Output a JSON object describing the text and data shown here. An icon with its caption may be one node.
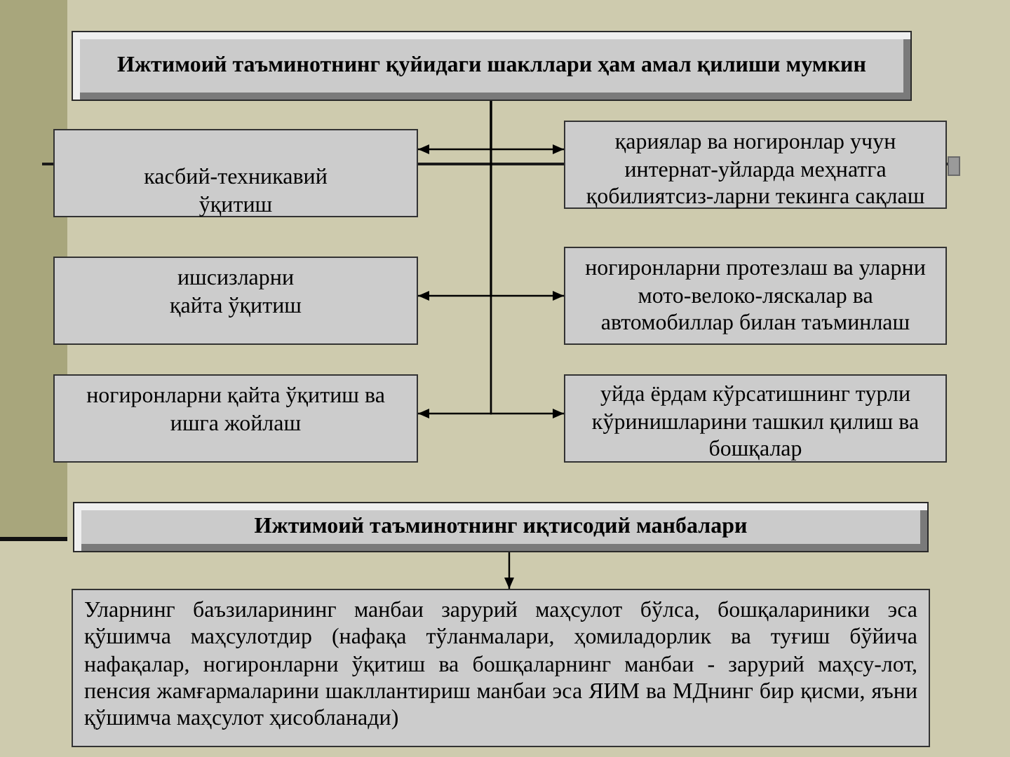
{
  "diagram": {
    "nodes": [
      {
        "text": [
          "Ижтимоий таъминотнинг қуйидаги шакллари ҳам амал қилиши мумкин"
        ]
      },
      {
        "text": [
          "касбий-техникавий ўқитиш"
        ]
      },
      {
        "text": [
          "қариялар ва ногиронлар учун интернат-уйларда меҳнатга қобилиятсиз-ларни текинга сақлаш"
        ]
      },
      {
        "text": [
          "ишсизларни қайта ўқитиш"
        ]
      },
      {
        "text": [
          "ногиронларни протезлаш ва уларни мото-велоко-ляскалар ва автомобиллар билан таъминлаш"
        ]
      },
      {
        "text": [
          "ногиронларни қайта ўқитиш ва ишга жойлаш"
        ]
      },
      {
        "text": [
          "уйда ёрдам кўрсатишнинг турли кўринишларини ташкил қилиш ва бошқалар"
        ]
      },
      {
        "text": [
          "Ижтимоий таъминотнинг иқтисодий манбалари"
        ]
      },
      {
        "text": [
          "Уларнинг баъзиларининг манбаи зарурий маҳсулот бўлса, бошқалариники эса қўшимча маҳсулотдир (нафақа тўланмалари, ҳомиладорлик ва туғиш бўйича нафақалар, ногиронларни ўқитиш ва бошқаларнинг манбаи - зарурий маҳсу-лот, пенсия жамғармаларини шакллантириш манбаи эса ЯИМ ва МДнинг бир қисми, яъни қўшимча маҳсулот ҳисобланади)"
        ]
      }
    ],
    "edges": [
      {
        "from": 0,
        "to": 1,
        "arrow": "to"
      },
      {
        "from": 0,
        "to": 2,
        "arrow": "to"
      },
      {
        "from": 0,
        "to": 3,
        "arrow": "to"
      },
      {
        "from": 0,
        "to": 4,
        "arrow": "to"
      },
      {
        "from": 0,
        "to": 5,
        "arrow": "to"
      },
      {
        "from": 0,
        "to": 6,
        "arrow": "to"
      },
      {
        "from": 7,
        "to": 8,
        "arrow": "to"
      }
    ]
  }
}
